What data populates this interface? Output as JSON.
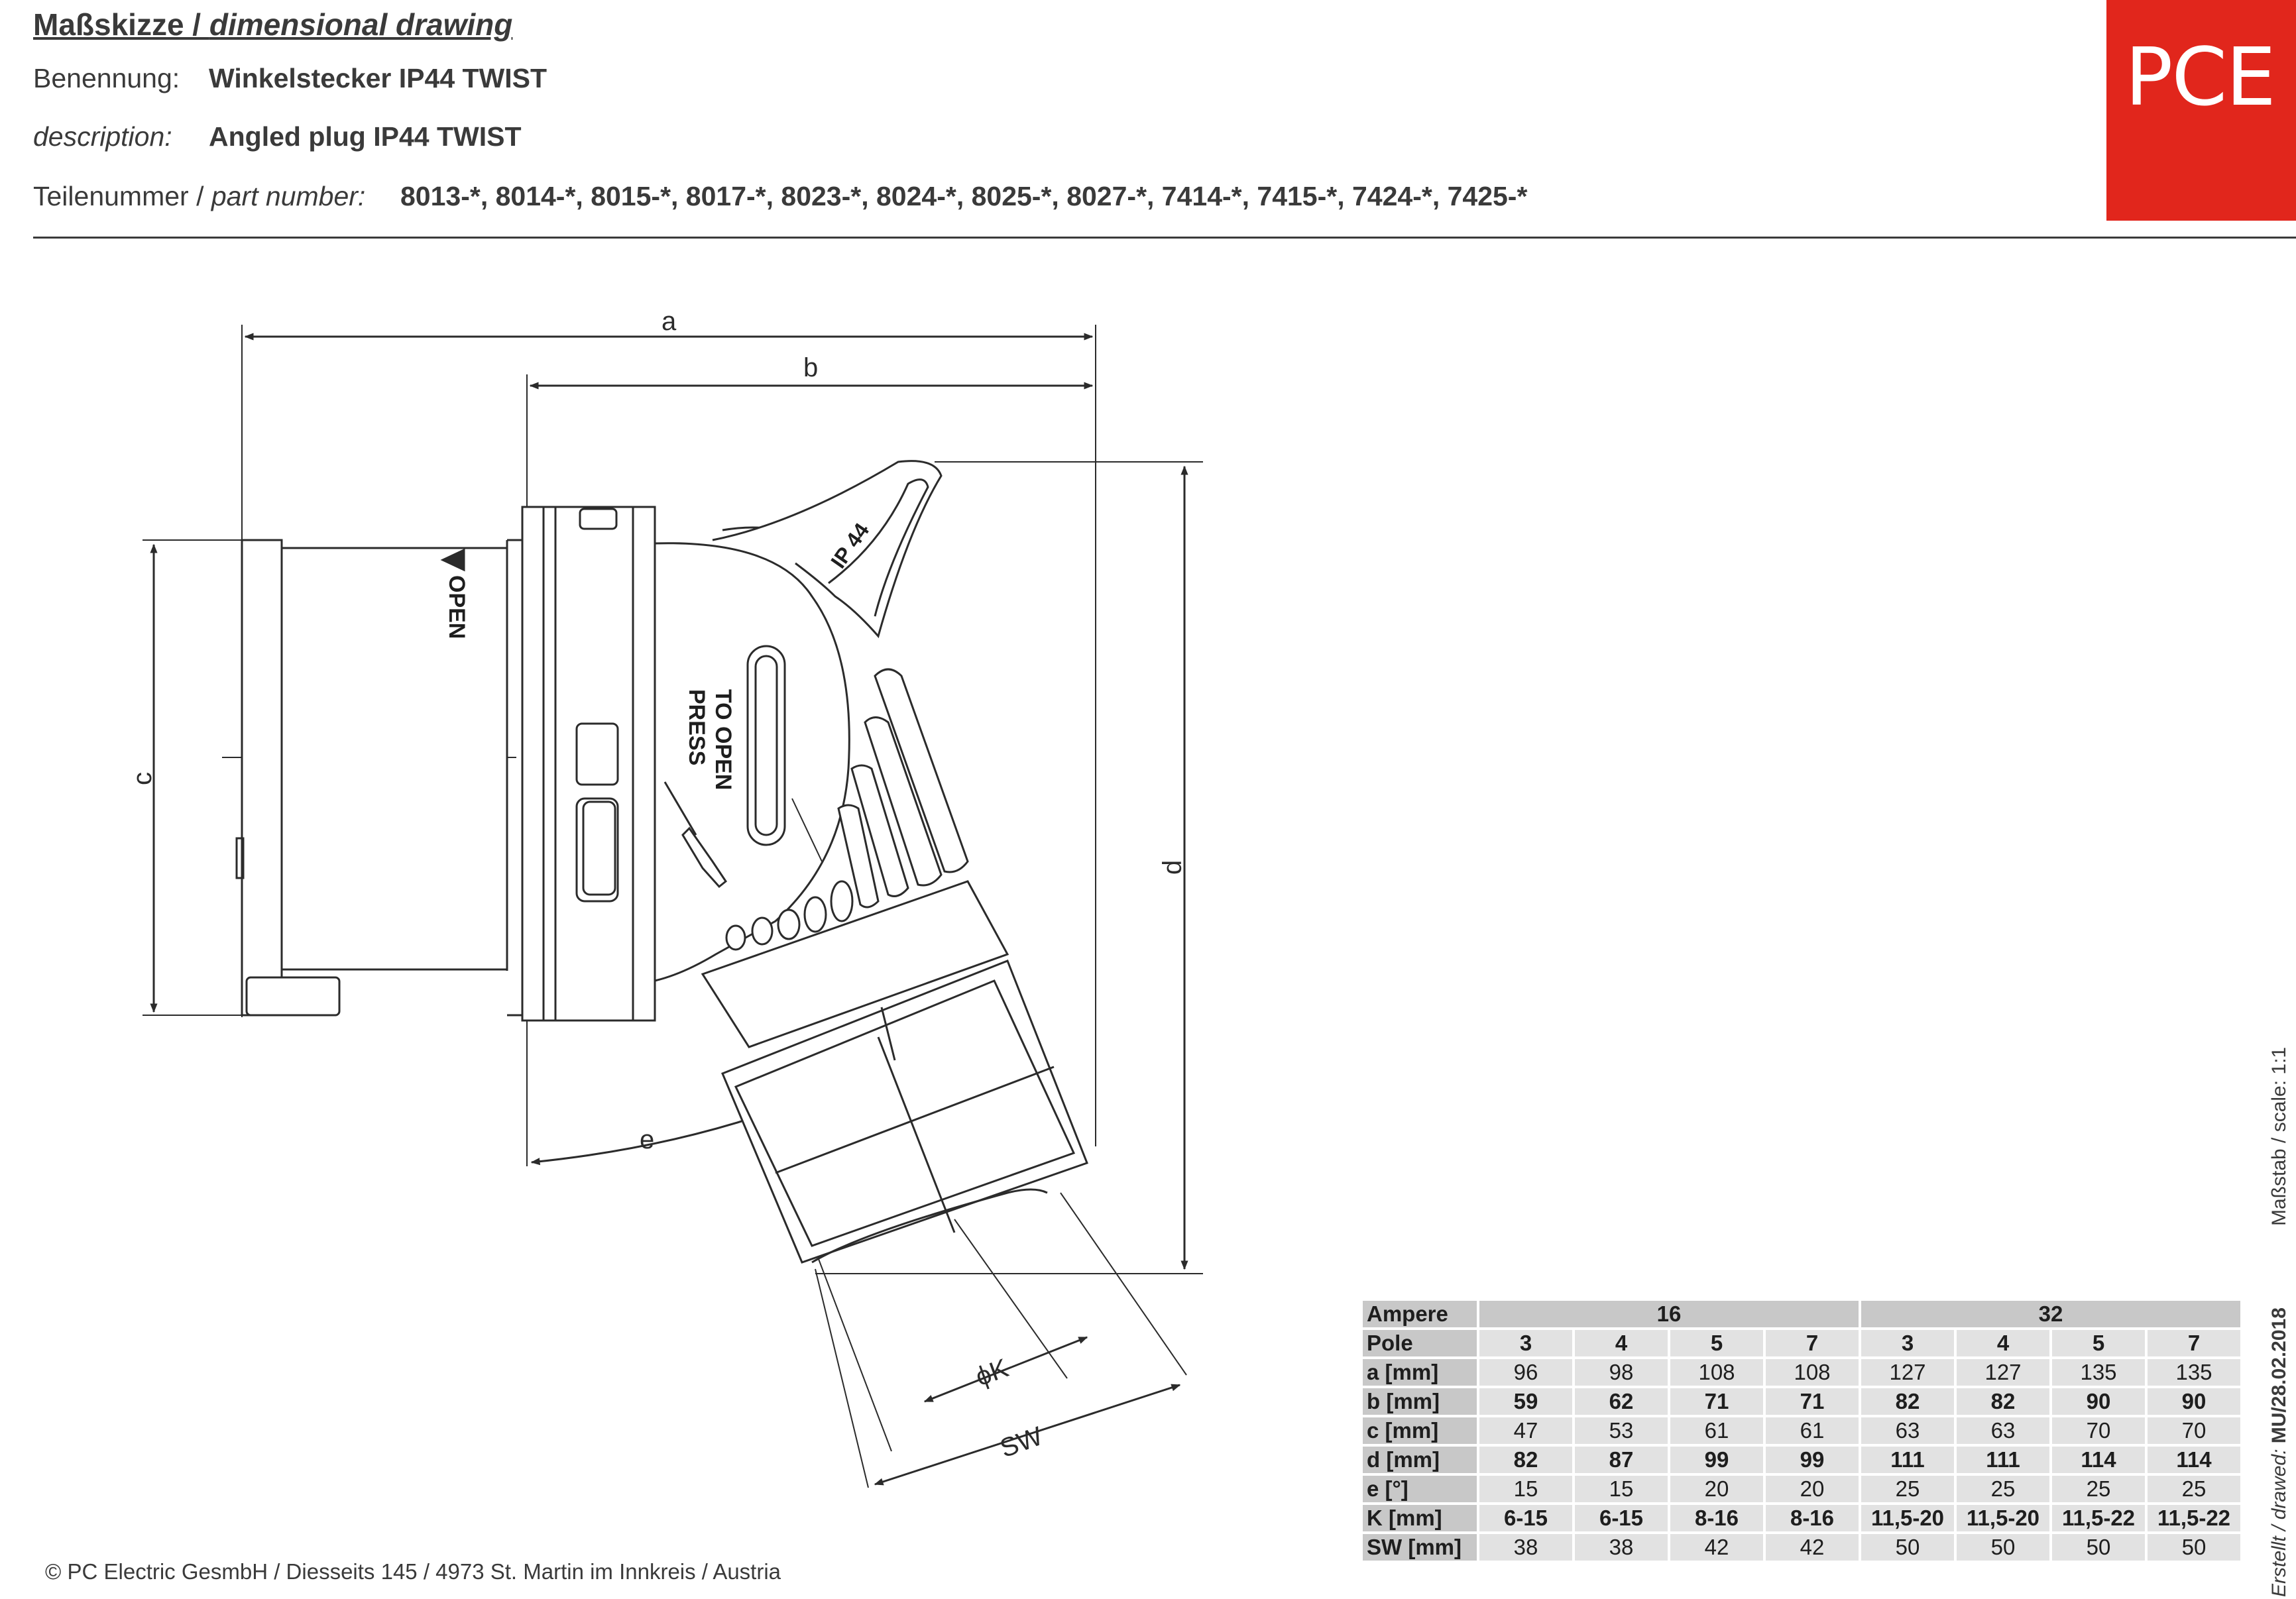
{
  "header": {
    "title_de": "Maßskizze / ",
    "title_en": "dimensional drawing",
    "name_label": "Benennung:",
    "name_value": "Winkelstecker IP44 TWIST",
    "desc_label": "description:",
    "desc_value": "Angled plug IP44 TWIST",
    "part_label_de": "Teilenummer / ",
    "part_label_en": "part number:",
    "part_value": "8013-*, 8014-*, 8015-*, 8017-*, 8023-*, 8024-*, 8025-*, 8027-*, 7414-*, 7415-*, 7424-*, 7425-*"
  },
  "logo": {
    "text": "PCE",
    "color": "#e1261c"
  },
  "drawing": {
    "dims": {
      "a": "a",
      "b": "b",
      "c": "c",
      "d": "d",
      "e": "e",
      "k": "ϕK",
      "sw": "SW"
    },
    "labels": {
      "open": "OPEN",
      "press1": "PRESS",
      "press2": "TO OPEN",
      "ip": "IP 44"
    }
  },
  "table": {
    "header": {
      "label": "Ampere",
      "groups": [
        "16",
        "32"
      ]
    },
    "rows": [
      {
        "label": "Pole",
        "values": [
          "3",
          "4",
          "5",
          "7",
          "3",
          "4",
          "5",
          "7"
        ],
        "bold": true
      },
      {
        "label": "a [mm]",
        "values": [
          "96",
          "98",
          "108",
          "108",
          "127",
          "127",
          "135",
          "135"
        ],
        "bold": false
      },
      {
        "label": "b [mm]",
        "values": [
          "59",
          "62",
          "71",
          "71",
          "82",
          "82",
          "90",
          "90"
        ],
        "bold": true
      },
      {
        "label": "c [mm]",
        "values": [
          "47",
          "53",
          "61",
          "61",
          "63",
          "63",
          "70",
          "70"
        ],
        "bold": false
      },
      {
        "label": "d [mm]",
        "values": [
          "82",
          "87",
          "99",
          "99",
          "111",
          "111",
          "114",
          "114"
        ],
        "bold": true
      },
      {
        "label": "e [°]",
        "values": [
          "15",
          "15",
          "20",
          "20",
          "25",
          "25",
          "25",
          "25"
        ],
        "bold": false
      },
      {
        "label": "K [mm]",
        "values": [
          "6-15",
          "6-15",
          "8-16",
          "8-16",
          "11,5-20",
          "11,5-20",
          "11,5-22",
          "11,5-22"
        ],
        "bold": true
      },
      {
        "label": "SW [mm]",
        "values": [
          "38",
          "38",
          "42",
          "42",
          "50",
          "50",
          "50",
          "50"
        ],
        "bold": false
      }
    ]
  },
  "footer": "© PC Electric GesmbH / Diesseits 145 / 4973 St. Martin im Innkreis / Austria",
  "side": {
    "scale": "Maßstab / scale: 1:1",
    "created_label": "Erstellt / drawed:",
    "created_value": "MU/28.02.2018"
  }
}
